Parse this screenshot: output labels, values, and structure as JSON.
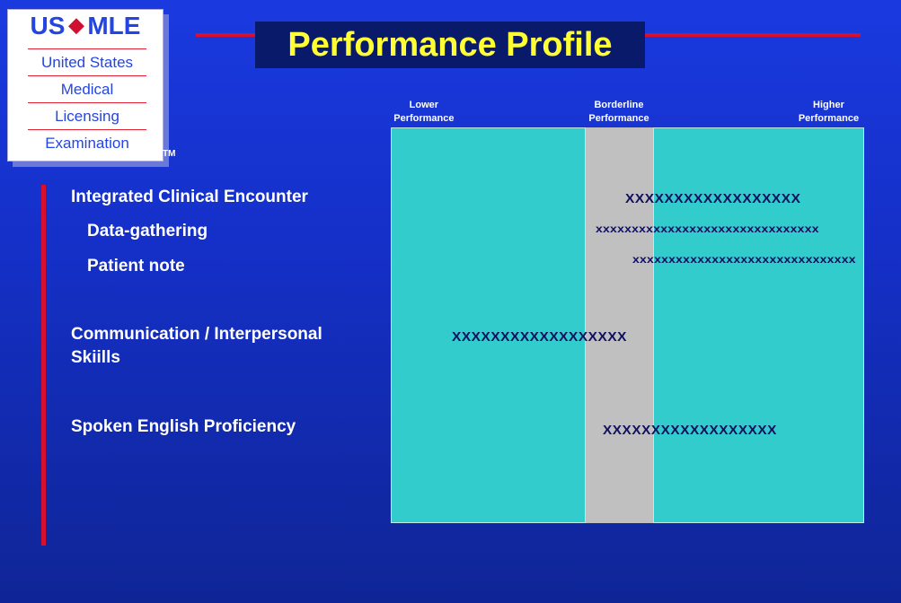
{
  "logo": {
    "us": "US",
    "diamond": "◆",
    "mle": "MLE",
    "lines": [
      "United States",
      "Medical",
      "Licensing",
      "Examination"
    ],
    "trademark": "TM"
  },
  "title": "Performance Profile",
  "colors": {
    "background": "#1530c8",
    "title_text": "#ffff33",
    "title_box": "#0a1a6a",
    "accent_red": "#d81030",
    "band_outer": "#33cccc",
    "band_borderline": "#c0c0c0",
    "score_marks": "#101060"
  },
  "chart_data": {
    "type": "table",
    "bands": [
      {
        "label": "Lower Performance",
        "label_lines": [
          "Lower",
          "Performance"
        ],
        "start": 0,
        "end": 0.412
      },
      {
        "label": "Borderline Performance",
        "label_lines": [
          "Borderline",
          "Performance"
        ],
        "start": 0.412,
        "end": 0.555
      },
      {
        "label": "Higher Performance",
        "label_lines": [
          "Higher",
          "Performance"
        ],
        "start": 0.555,
        "end": 1.0
      }
    ],
    "rows": [
      {
        "label": "Integrated Clinical Encounter",
        "indent": false,
        "marks": "XXXXXXXXXXXXXXXXXX",
        "range": [
          0.495,
          0.866
        ],
        "size": "large"
      },
      {
        "label": "Data-gathering",
        "indent": true,
        "marks": "xxxxxxxxxxxxxxxxxxxxxxxxxxxxxxx",
        "range": [
          0.433,
          0.905
        ],
        "size": "small"
      },
      {
        "label": "Patient note",
        "indent": true,
        "marks": "xxxxxxxxxxxxxxxxxxxxxxxxxxxxxxx",
        "range": [
          0.511,
          0.983
        ],
        "size": "small"
      },
      {
        "label": "Communication / Interpersonal Skiills",
        "indent": false,
        "marks": "XXXXXXXXXXXXXXXXXX",
        "range": [
          0.129,
          0.499
        ],
        "size": "large"
      },
      {
        "label": "Spoken English Proficiency",
        "indent": false,
        "marks": "XXXXXXXXXXXXXXXXXX",
        "range": [
          0.448,
          0.816
        ],
        "size": "large"
      }
    ]
  }
}
